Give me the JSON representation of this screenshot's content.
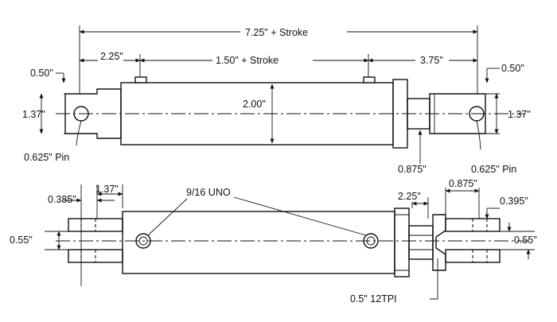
{
  "dimensions": {
    "overall_length": "7.25\" + Stroke",
    "pin_to_port": "2.25\"",
    "port_to_port": "1.50\" + Stroke",
    "port_to_pin": "3.75\"",
    "left_pin_offset": "0.50\"",
    "right_pin_offset": "0.50\"",
    "left_clevis_height": "1.37\"",
    "right_clevis_height": "1.37\"",
    "bore": "2.00\"",
    "left_pin": "0.625\" Pin",
    "right_pin": "0.625\" Pin",
    "rod": "0.875\"",
    "bottom_left_slot": "0.385\"",
    "bottom_left_depth": "1.37\"",
    "port_size": "9/16 UNO",
    "bottom_right_gland": "2.25\"",
    "bottom_right_rod": "0.875\"",
    "bottom_right_slot": "0.395\"",
    "bottom_left_gap": "0.55\"",
    "bottom_right_gap": "0.55\"",
    "thread": "0.5\" 12TPI"
  }
}
